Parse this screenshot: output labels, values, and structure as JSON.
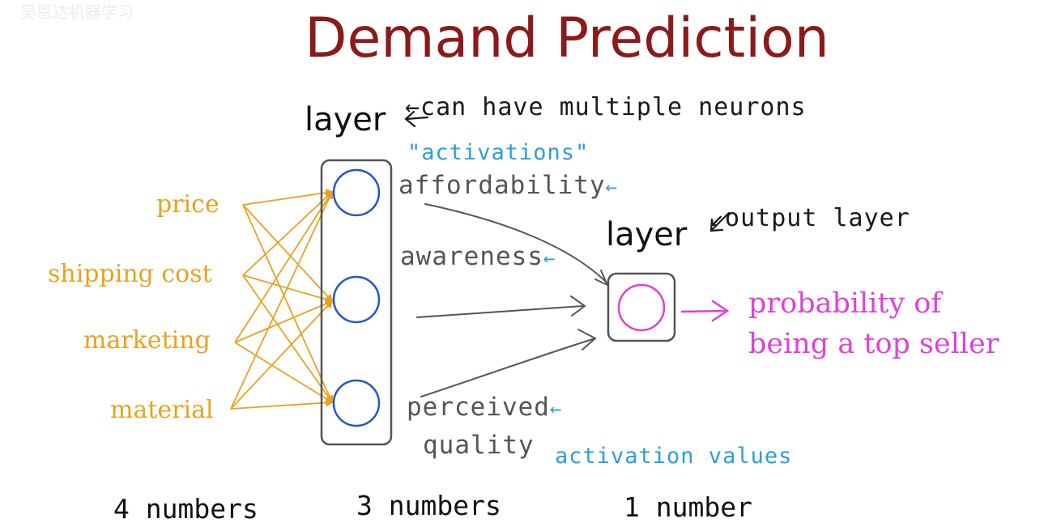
{
  "watermark": "吴恩达机器学习",
  "title": "Demand Prediction",
  "hidden_layer": {
    "label": "layer",
    "note": "←can have multiple neurons",
    "activations_note": "\"activations\""
  },
  "output_layer": {
    "label": "layer",
    "note": "↙output layer"
  },
  "inputs": [
    "price",
    "shipping cost",
    "marketing",
    "material"
  ],
  "hidden_units": [
    {
      "name": "affordability",
      "suffix": "←"
    },
    {
      "name": "awareness",
      "suffix": "←"
    },
    {
      "name_line1": "perceived",
      "name_line2": "quality",
      "suffix": "←"
    }
  ],
  "activation_values_note": "activation values",
  "output": {
    "line1": "probability of",
    "line2": "being a top seller"
  },
  "counts": {
    "inputs": "4 numbers",
    "hidden": "3 numbers",
    "output": "1 number"
  },
  "colors": {
    "title": "#8b1a1a",
    "input": "#e8a21f",
    "hidden_neuron": "#2457c5",
    "output_neuron": "#e040d8",
    "annotation_blue": "#2a9fdc",
    "arrow_gray": "#555555",
    "box": "#555555"
  }
}
